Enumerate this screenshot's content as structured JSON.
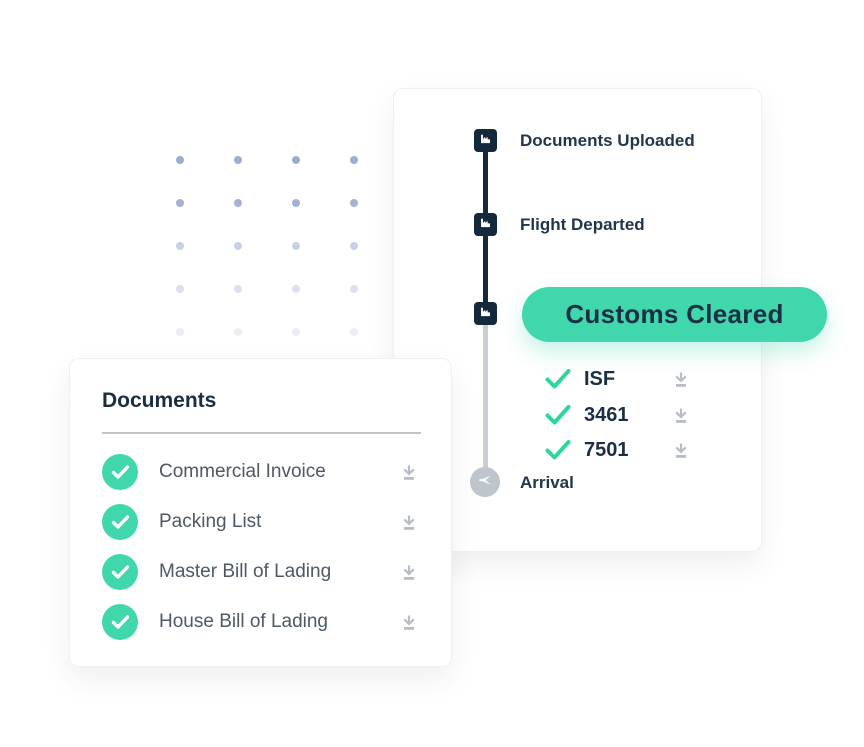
{
  "colors": {
    "teal": "#3FD7AB",
    "navy": "#15293D",
    "text_navy": "#233649",
    "slate_text": "#4D5965",
    "icon_grey": "#B7BDC7",
    "pending_line_grey": "#C9CED5",
    "dot_lavender": "#8C9CC8"
  },
  "timeline_card": {
    "milestone1": "Documents Uploaded",
    "milestone2": "Flight Departed",
    "milestone3": "Customs Cleared",
    "milestone4": "Arrival",
    "customs_documents": [
      {
        "label": "ISF"
      },
      {
        "label": "3461"
      },
      {
        "label": "7501"
      }
    ]
  },
  "documents_card": {
    "title": "Documents",
    "items": [
      {
        "label": "Commercial Invoice"
      },
      {
        "label": "Packing List"
      },
      {
        "label": "Master Bill of Lading"
      },
      {
        "label": "House Bill of Lading"
      }
    ]
  }
}
